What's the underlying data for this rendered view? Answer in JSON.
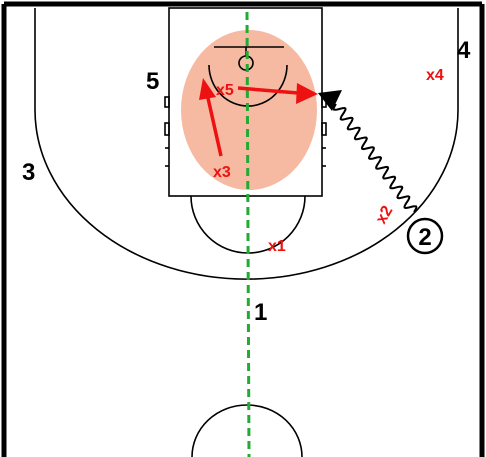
{
  "colors": {
    "court_line": "#000000",
    "background": "#ffffff",
    "paint_shade": "#f4a78a",
    "defense": "#ee1111",
    "center_line": "#22aa33",
    "dribble": "#000000"
  },
  "offense": {
    "p1": "1",
    "p2": "2",
    "p3": "3",
    "p4": "4",
    "p5": "5"
  },
  "defense": {
    "x1": "x1",
    "x2": "x2",
    "x3": "x3",
    "x4": "x4",
    "x5": "x5"
  }
}
